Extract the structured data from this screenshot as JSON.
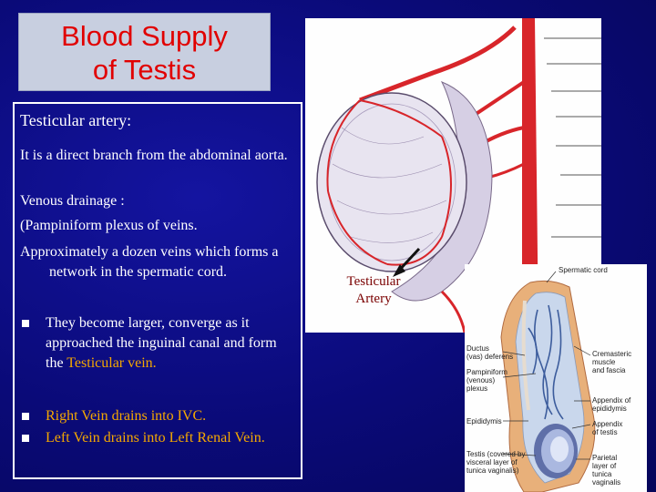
{
  "title": [
    "Blood  Supply",
    "of Testis"
  ],
  "heading": "Testicular artery:",
  "paragraphs": {
    "p1": "It is a direct branch from  the abdominal aorta.",
    "p2": "Venous drainage :",
    "p3": "(Pampiniform plexus  of veins.",
    "p4": " Approximately a dozen veins which  forms a network  in the spermatic cord."
  },
  "bullets": {
    "b1_text": "They become larger, converge as it approached the inguinal canal and form the ",
    "b1_highlight": "Testicular vein.",
    "b2": "Right Vein drains into IVC.",
    "b3": "Left Vein drains into Left  Renal Vein."
  },
  "callout": [
    "Testicular",
    "Artery"
  ],
  "diagram_labels": {
    "spermatic_cord": "Spermatic cord",
    "ductus": [
      "Ductus",
      "(vas) deferens"
    ],
    "pampiniform": [
      "Pampiniform",
      "(venous)",
      "plexus"
    ],
    "epididymis": "Epididymis",
    "testis": [
      "Testis (covered by",
      "visceral layer of",
      "tunica vaginalis)"
    ],
    "cremasteric": [
      "Cremasteric",
      "muscle",
      "and fascia"
    ],
    "appendix_epididymis": [
      "Appendix of",
      "epididymis"
    ],
    "appendix_testis": [
      "Appendix",
      "of testis"
    ],
    "parietal": [
      "Parietal",
      "layer of",
      "tunica",
      "vaginalis"
    ]
  },
  "colors": {
    "background": "#0b0b7a",
    "title": "#e10000",
    "highlight": "#f5a800",
    "artery": "#d8252a"
  }
}
